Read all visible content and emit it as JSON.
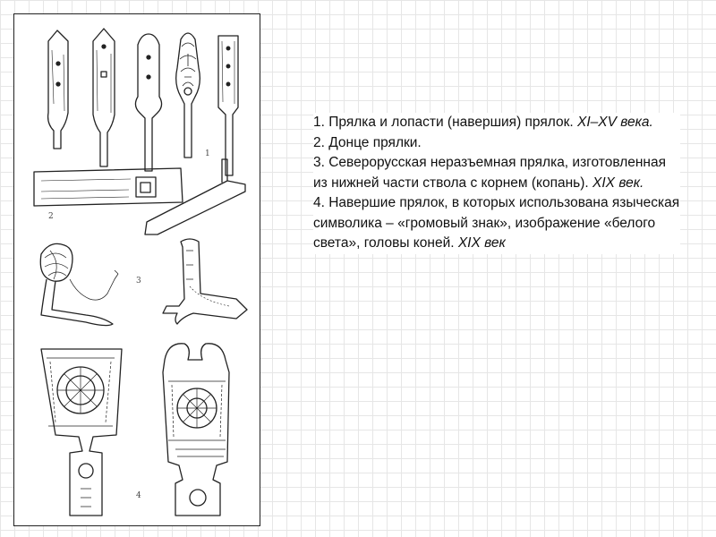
{
  "figure": {
    "labels": [
      "1",
      "2",
      "3",
      "4"
    ]
  },
  "caption": {
    "items": [
      {
        "text": "1. Прялка и лопасти (навершия) прялок. ",
        "italic": "XI–XV века."
      },
      {
        "text": "2. Донце прялки.",
        "italic": ""
      },
      {
        "text": "3. Северорусская неразъемная прялка, изготовленная из нижней части ствола с корнем (копань). ",
        "italic": "XIX век."
      },
      {
        "text": "4. Навершие прялок, в которых использована языческая символика – «громовый знак», изображение «белого света», головы коней. ",
        "italic": "XIX век"
      }
    ]
  }
}
